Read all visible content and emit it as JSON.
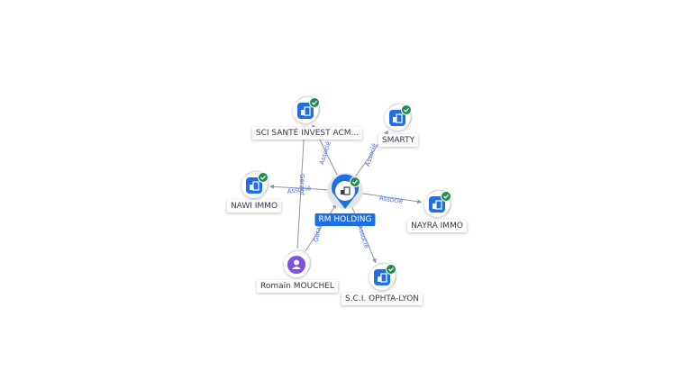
{
  "colors": {
    "accent": "#1e6fe6",
    "check": "#1e8e4a",
    "person": "#7b52e0",
    "edge_label": "#4a6cf0",
    "edge_line": "#8b95a8"
  },
  "center": {
    "label": "RM HOLDING",
    "icon": "building-icon"
  },
  "nodes": [
    {
      "id": "sci",
      "label": "SCI SANTÉ INVEST ACM...",
      "icon": "building-icon",
      "verified": true
    },
    {
      "id": "smarty",
      "label": "SMARTY",
      "icon": "building-icon",
      "verified": true
    },
    {
      "id": "nawi",
      "label": "NAWI IMMO",
      "icon": "building-icon",
      "verified": true
    },
    {
      "id": "nayra",
      "label": "NAYRA IMMO",
      "icon": "building-icon",
      "verified": true
    },
    {
      "id": "ophta",
      "label": "S.C.I. OPHTA-LYON",
      "icon": "building-icon",
      "verified": true
    },
    {
      "id": "romain",
      "label": "Romain MOUCHEL",
      "icon": "person-icon",
      "verified": false
    }
  ],
  "edges": [
    {
      "from": "center",
      "to": "sci",
      "label": "Associé"
    },
    {
      "from": "center",
      "to": "smarty",
      "label": "Associé"
    },
    {
      "from": "center",
      "to": "nawi",
      "label": "Associé"
    },
    {
      "from": "center",
      "to": "nayra",
      "label": "Associé"
    },
    {
      "from": "center",
      "to": "ophta",
      "label": "Associé"
    },
    {
      "from": "romain",
      "to": "center",
      "label": "Gérant"
    },
    {
      "from": "romain",
      "to": "sci",
      "label": "Gérant"
    }
  ]
}
